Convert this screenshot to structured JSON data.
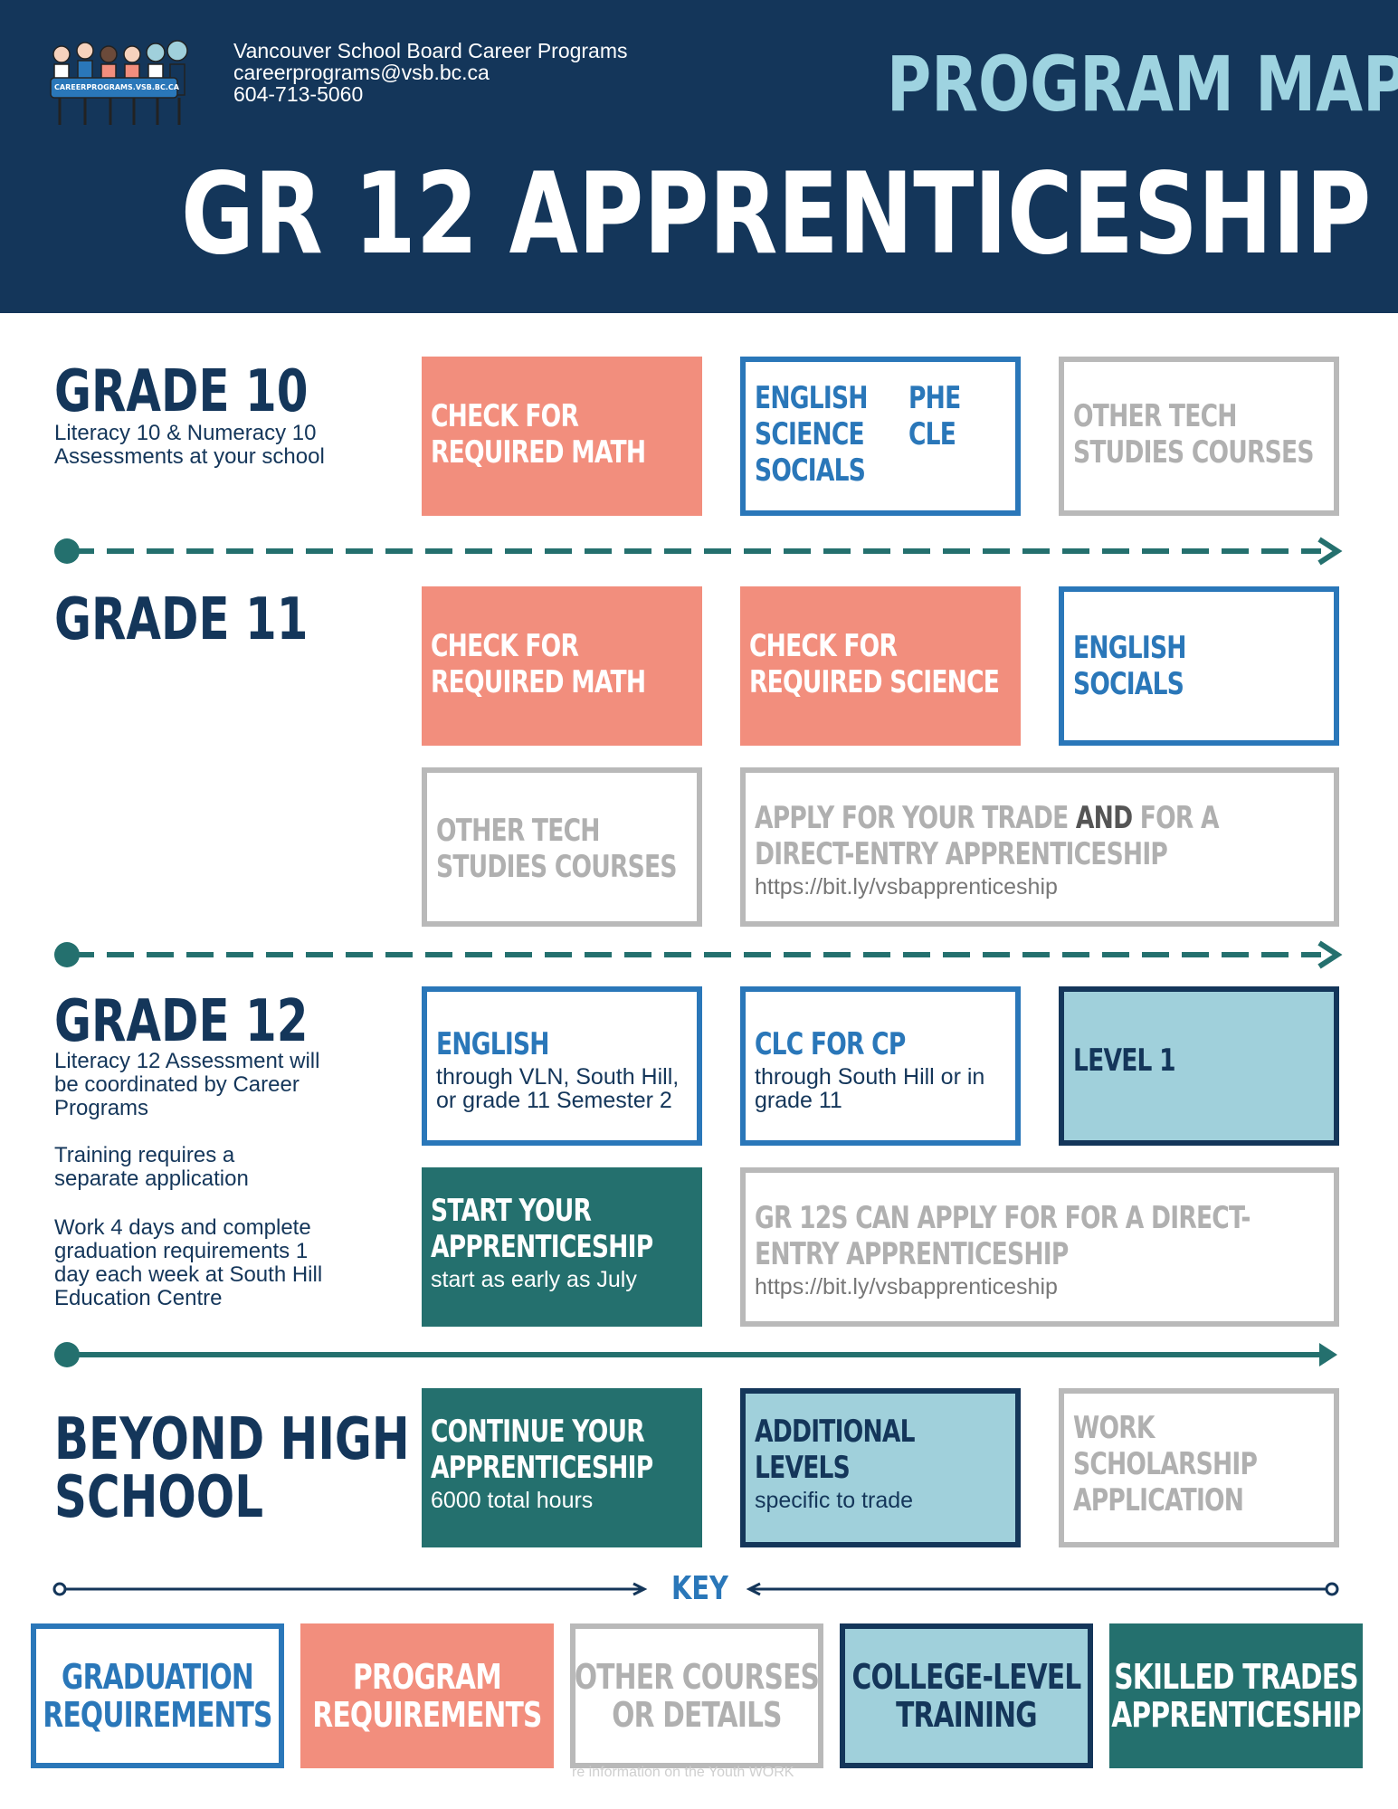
{
  "header": {
    "org": "Vancouver School Board Career Programs",
    "email": "careerprograms@vsb.bc.ca",
    "phone": "604-713-5060",
    "logo_text": "CAREERPROGRAMS.VSB.BC.CA",
    "program_map": "PROGRAM MAP",
    "title": "GR 12 APPRENTICESHIP"
  },
  "grade10": {
    "title": "GRADE 10",
    "note": [
      "Literacy 10 & Numeracy 10",
      "Assessments at your school"
    ],
    "box1": [
      "CHECK FOR",
      "REQUIRED MATH"
    ],
    "box2_col1": [
      "ENGLISH",
      "SCIENCE",
      "SOCIALS"
    ],
    "box2_col2": [
      "PHE",
      "CLE"
    ],
    "box3": [
      "OTHER TECH",
      "STUDIES COURSES"
    ]
  },
  "grade11": {
    "title": "GRADE 11",
    "box1": [
      "CHECK FOR",
      "REQUIRED MATH"
    ],
    "box2": [
      "CHECK FOR",
      "REQUIRED SCIENCE"
    ],
    "box3": [
      "ENGLISH",
      "SOCIALS"
    ],
    "box4": [
      "OTHER TECH",
      "STUDIES COURSES"
    ],
    "box5_pre": "APPLY FOR YOUR TRADE ",
    "box5_and": "AND",
    "box5_post": " FOR A",
    "box5_line2": "DIRECT-ENTRY APPRENTICESHIP",
    "box5_url": "https://bit.ly/vsbapprenticeship"
  },
  "grade12": {
    "title": "GRADE 12",
    "note1": [
      "Literacy 12 Assessment will",
      "be coordinated by Career",
      "Programs"
    ],
    "note2": [
      "Training requires a",
      "separate application"
    ],
    "note3": [
      "Work 4 days and complete",
      "graduation requirements 1",
      "day each week at South Hill",
      "Education Centre"
    ],
    "box1_title": "ENGLISH",
    "box1_sub": [
      "through VLN, South Hill,",
      "or grade 11 Semester 2"
    ],
    "box2_title": "CLC FOR CP",
    "box2_sub": [
      "through South Hill or in",
      "grade 11"
    ],
    "box3": "LEVEL 1",
    "box4_title": [
      "START YOUR",
      "APPRENTICESHIP"
    ],
    "box4_sub": "start as early as July",
    "box5": [
      "GR 12S CAN APPLY FOR FOR A DIRECT-",
      "ENTRY APPRENTICESHIP"
    ],
    "box5_url": "https://bit.ly/vsbapprenticeship"
  },
  "beyond": {
    "title": [
      "BEYOND HIGH",
      "SCHOOL"
    ],
    "box1_title": [
      "CONTINUE YOUR",
      "APPRENTICESHIP"
    ],
    "box1_sub": "6000 total hours",
    "box2_title": [
      "ADDITIONAL",
      "LEVELS"
    ],
    "box2_sub": "specific to trade",
    "box3": [
      "WORK",
      "SCHOLARSHIP",
      "APPLICATION"
    ]
  },
  "key": {
    "label": "KEY",
    "items": [
      [
        "GRADUATION",
        "REQUIREMENTS"
      ],
      [
        "PROGRAM",
        "REQUIREMENTS"
      ],
      [
        "OTHER COURSES",
        "OR DETAILS"
      ],
      [
        "COLLEGE-LEVEL",
        "TRAINING"
      ],
      [
        "SKILLED TRADES",
        "APPRENTICESHIP"
      ]
    ],
    "footer_fragment": "re information on the Youth WORK"
  },
  "colors": {
    "navy": "#14365a",
    "blue": "#2a77b9",
    "salmon": "#f28e7d",
    "teal": "#24706e",
    "light_blue": "#a0d0db",
    "gray": "#b9b9b9",
    "program_map": "#9ed3e0"
  }
}
